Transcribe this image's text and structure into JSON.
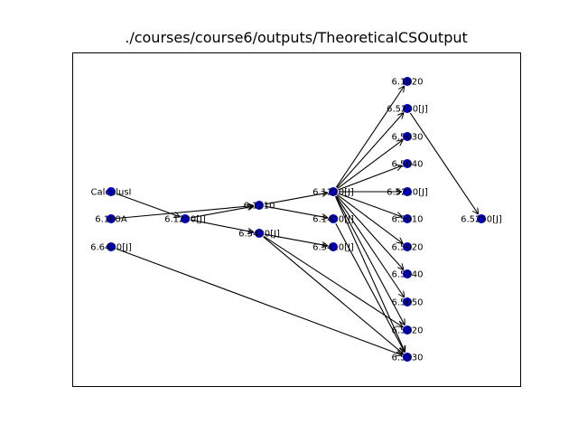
{
  "figure": {
    "title": "./courses/course6/outputs/TheoreticalCSOutput"
  },
  "colors": {
    "node": "#0000cc",
    "edge": "#000000",
    "frame": "#000000",
    "background": "#ffffff"
  },
  "nodes": [
    {
      "id": "calc1",
      "label": "CalculusI"
    },
    {
      "id": "6_100a",
      "label": "6.100A"
    },
    {
      "id": "6_6400",
      "label": "6.6400[J]"
    },
    {
      "id": "6_1200",
      "label": "6.1200[J]"
    },
    {
      "id": "6_1210",
      "label": "6.1210"
    },
    {
      "id": "6_5400",
      "label": "6.5400[J]"
    },
    {
      "id": "6_1220",
      "label": "6.1220[J]"
    },
    {
      "id": "6_1400",
      "label": "6.1400[J]"
    },
    {
      "id": "6_5410",
      "label": "6.5410[J]"
    },
    {
      "id": "6_1820",
      "label": "6.1820"
    },
    {
      "id": "6_5200a",
      "label": "6.5200[J]"
    },
    {
      "id": "6_5030",
      "label": "6.5030"
    },
    {
      "id": "6_5040",
      "label": "6.5040"
    },
    {
      "id": "6_5210",
      "label": "6.5210[J]"
    },
    {
      "id": "6_5010",
      "label": "6.5010"
    },
    {
      "id": "6_5020",
      "label": "6.5020"
    },
    {
      "id": "6_5340",
      "label": "6.5340"
    },
    {
      "id": "6_5050",
      "label": "6.5050"
    },
    {
      "id": "6_5320",
      "label": "6.5320"
    },
    {
      "id": "6_5330",
      "label": "6.5330"
    },
    {
      "id": "6_5250",
      "label": "6.5250[J]"
    }
  ],
  "edges": [
    [
      "calc1",
      "6_1200"
    ],
    [
      "6_100a",
      "6_1210"
    ],
    [
      "6_6400",
      "6_5330"
    ],
    [
      "6_1200",
      "6_1210"
    ],
    [
      "6_1200",
      "6_5400"
    ],
    [
      "6_1210",
      "6_1220"
    ],
    [
      "6_1210",
      "6_1400"
    ],
    [
      "6_5400",
      "6_5410"
    ],
    [
      "6_5400",
      "6_5320"
    ],
    [
      "6_5400",
      "6_5330"
    ],
    [
      "6_1220",
      "6_1820"
    ],
    [
      "6_1220",
      "6_5200a"
    ],
    [
      "6_1220",
      "6_5030"
    ],
    [
      "6_1220",
      "6_5040"
    ],
    [
      "6_1220",
      "6_5210"
    ],
    [
      "6_1220",
      "6_5010"
    ],
    [
      "6_1220",
      "6_5020"
    ],
    [
      "6_1220",
      "6_5340"
    ],
    [
      "6_1220",
      "6_5050"
    ],
    [
      "6_1220",
      "6_5320"
    ],
    [
      "6_1220",
      "6_5330"
    ],
    [
      "6_1400",
      "6_5330"
    ],
    [
      "6_5200a",
      "6_5250"
    ]
  ]
}
